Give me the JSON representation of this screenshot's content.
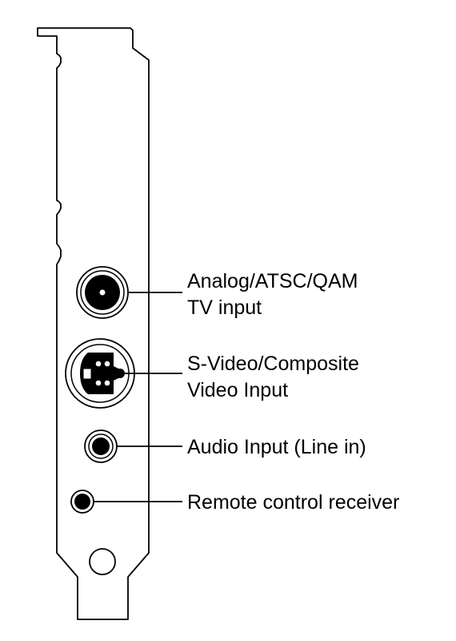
{
  "labels": {
    "tv_input": {
      "line1": "Analog/ATSC/QAM",
      "line2": "TV input"
    },
    "svideo_input": {
      "line1": "S-Video/Composite",
      "line2": "Video Input"
    },
    "audio_input": "Audio Input (Line in)",
    "remote_receiver": "Remote control receiver"
  },
  "colors": {
    "stroke": "#000000",
    "background": "#ffffff",
    "connector_fill": "#000000"
  }
}
